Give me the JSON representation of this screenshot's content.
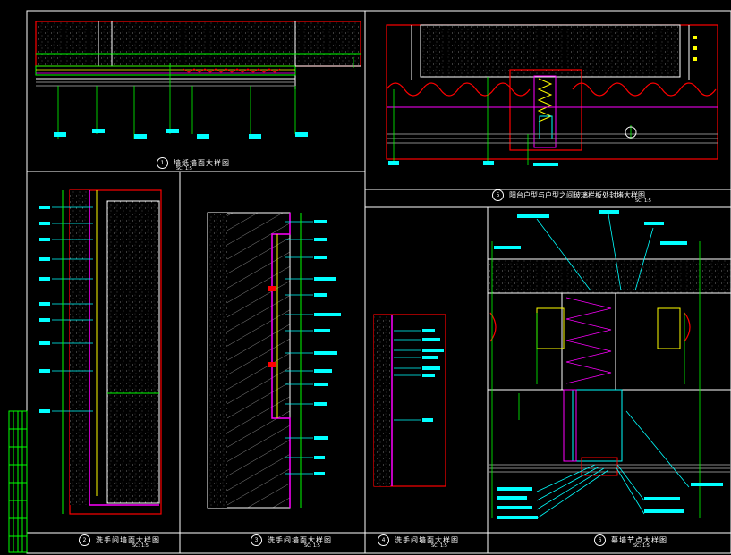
{
  "drawing_titles": [
    {
      "number": "1",
      "title": "墙纸墙面大样图",
      "scale": "SC: 1:5"
    },
    {
      "number": "5",
      "title": "阳台户型与户型之间玻璃栏板处封堵大样图",
      "scale": "SC: 1:5"
    },
    {
      "number": "2",
      "title": "洗手间墙面大样图",
      "scale": "SC: 1:5"
    },
    {
      "number": "3",
      "title": "洗手间墙面大样图",
      "scale": "SC: 1:5"
    },
    {
      "number": "4",
      "title": "洗手间墙面大样图",
      "scale": "SC: 1:5"
    },
    {
      "number": "6",
      "title": "幕墙节点大样图",
      "scale": "SC: 1:5"
    }
  ],
  "colors": {
    "background": "#000000",
    "frame": "#ffffff",
    "boundary": "#ff0000",
    "dimension": "#00ff00",
    "leader": "#00ffff",
    "annotation": "#ffff00",
    "finish": "#ff00ff",
    "hatch": "#808080"
  }
}
